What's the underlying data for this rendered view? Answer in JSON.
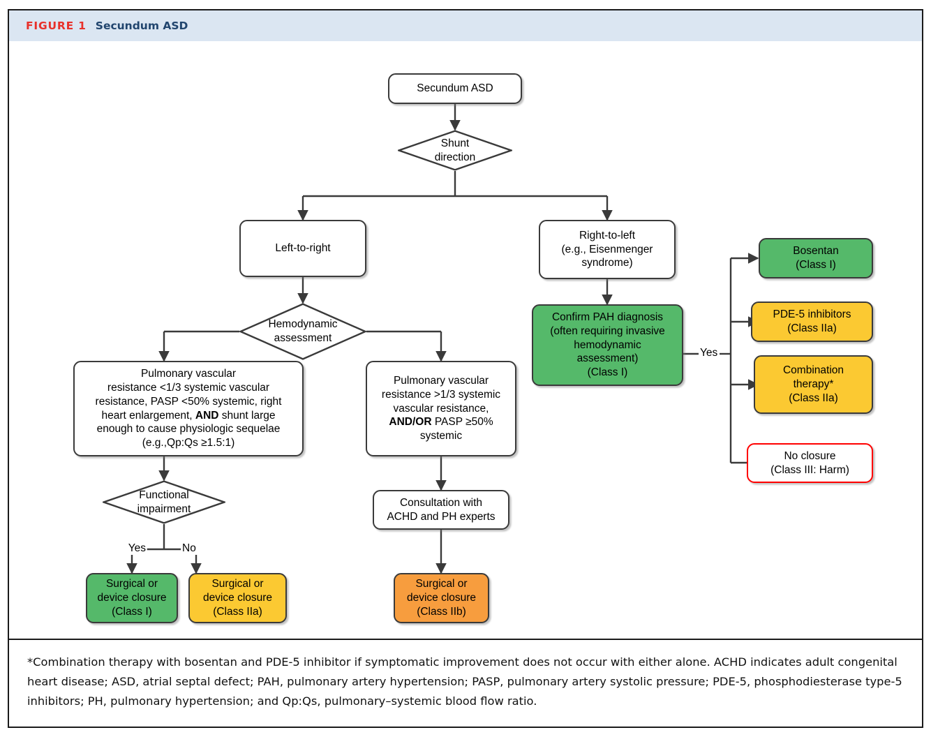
{
  "header": {
    "figure_label": "FIGURE 1",
    "title": "Secundum ASD",
    "band_color": "#dbe6f2",
    "label_color": "#e8312b",
    "title_color": "#21456e"
  },
  "colors": {
    "green": "#55b96a",
    "yellow": "#fbc932",
    "orange": "#f79d3e",
    "red_border": "#ff0000",
    "node_border": "#3a3a3a",
    "frame": "#1a1a1a"
  },
  "nodes": {
    "root": "Secundum ASD",
    "shunt_direction": "Shunt\ndirection",
    "left_to_right": "Left-to-right",
    "right_to_left": "Right-to-left\n(e.g., Eisenmenger\nsyndrome)",
    "hemodynamic_assessment": "Hemodynamic\nassessment",
    "pvr_low": "Pulmonary vascular\nresistance <1/3 systemic vascular\nresistance, PASP <50% systemic, right\nheart enlargement, AND shunt large\nenough to cause physiologic sequelae\n(e.g.,Qp:Qs ≥1.5:1)",
    "pvr_high": "Pulmonary vascular\nresistance >1/3 systemic\nvascular resistance,\nAND/OR PASP ≥50%\nsystemic",
    "functional_impairment": "Functional\nimpairment",
    "consultation": "Consultation with\nACHD and PH experts",
    "closure_class_i": "Surgical or\ndevice closure\n(Class I)",
    "closure_class_iia": "Surgical or\ndevice closure\n(Class IIa)",
    "closure_class_iib": "Surgical or\ndevice closure\n(Class IIb)",
    "confirm_pah": "Confirm PAH diagnosis\n(often requiring invasive\nhemodynamic\nassessment)\n(Class I)",
    "bosentan": "Bosentan\n(Class I)",
    "pde5": "PDE-5 inhibitors\n(Class IIa)",
    "combination": "Combination\ntherapy*\n(Class IIa)",
    "no_closure": "No closure\n(Class III: Harm)"
  },
  "edge_labels": {
    "yes_functional": "Yes",
    "no_functional": "No",
    "yes_pah": "Yes"
  },
  "footnote": "*Combination therapy with bosentan and PDE-5 inhibitor if symptomatic improvement does not occur with either alone. ACHD indicates adult congenital heart disease; ASD, atrial septal defect; PAH, pulmonary artery hypertension; PASP, pulmonary artery systolic pressure; PDE-5, phosphodiesterase type-5 inhibitors; PH, pulmonary hypertension; and Qp:Qs, pulmonary–systemic blood flow ratio."
}
